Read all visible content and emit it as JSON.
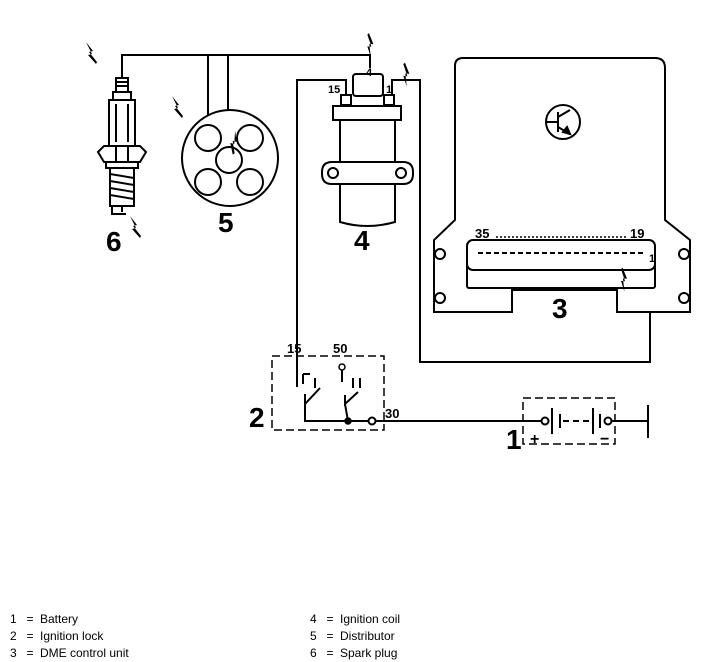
{
  "labels": {
    "battery_num": "1",
    "lock_num": "2",
    "dme_num": "3",
    "coil_num": "4",
    "distributor_num": "5",
    "plug_num": "6"
  },
  "terminals": {
    "coil_15": "15",
    "coil_4": "4",
    "coil_1": "1",
    "dme_35": "35",
    "dme_19": "19",
    "dme_1": "1",
    "lock_15": "15",
    "lock_50": "50",
    "lock_30": "30",
    "battery_plus": "+",
    "battery_minus": "−"
  },
  "legend": [
    {
      "num": "1",
      "eq": "=",
      "text": "Battery"
    },
    {
      "num": "2",
      "eq": "=",
      "text": "Ignition lock"
    },
    {
      "num": "3",
      "eq": "=",
      "text": "DME control unit"
    },
    {
      "num": "4",
      "eq": "=",
      "text": "Ignition coil"
    },
    {
      "num": "5",
      "eq": "=",
      "text": "Distributor"
    },
    {
      "num": "6",
      "eq": "=",
      "text": "Spark plug"
    }
  ]
}
